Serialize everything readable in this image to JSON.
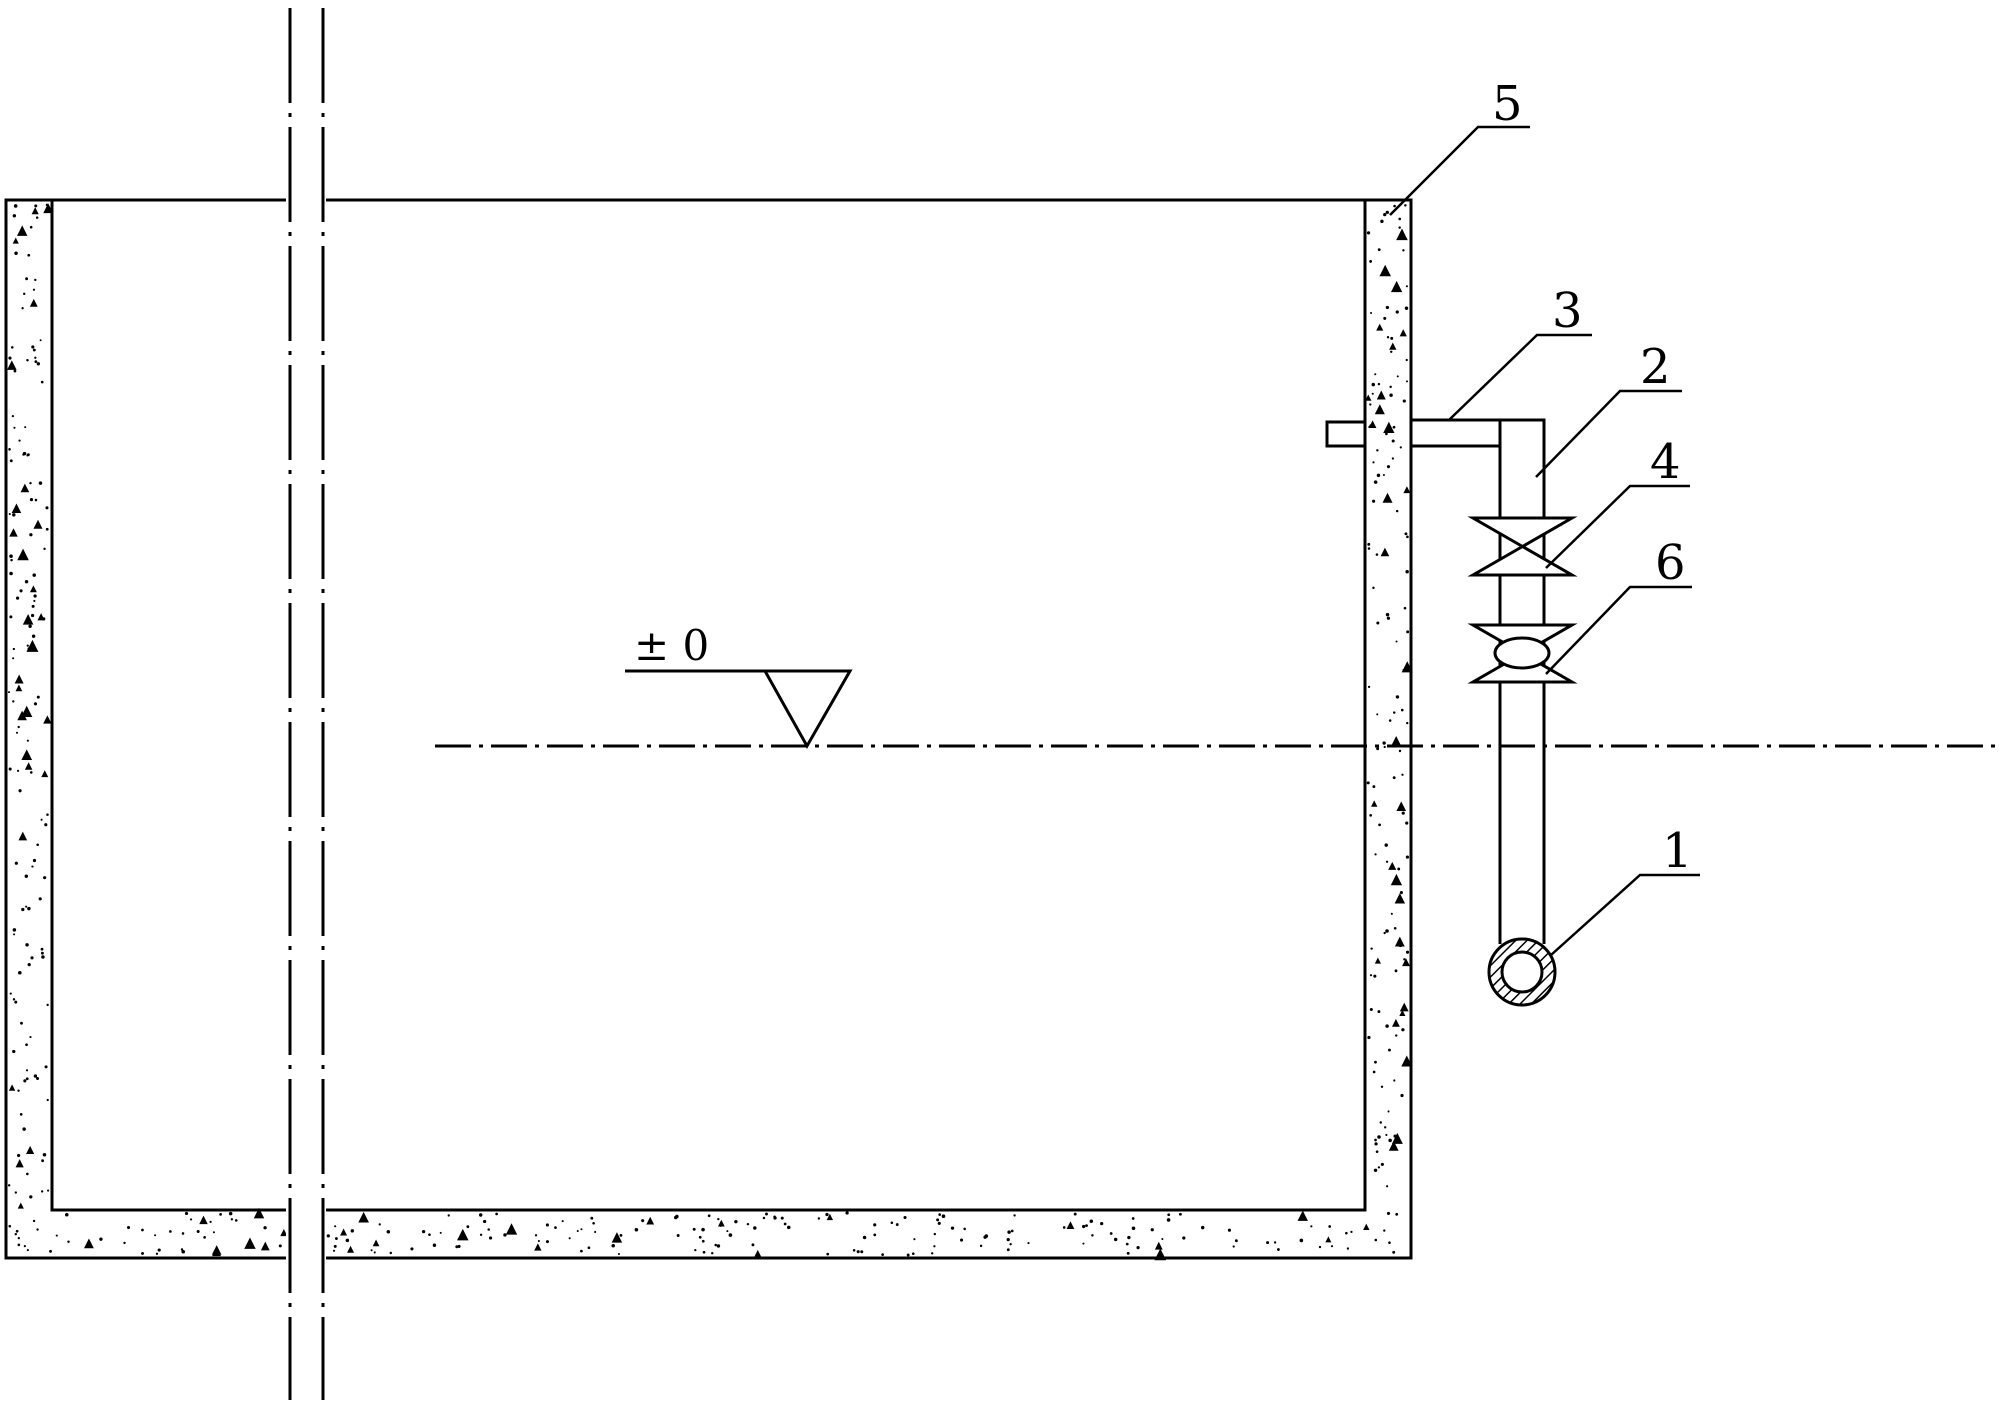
{
  "diagram": {
    "labels": {
      "pipe_main": "1",
      "pipe_riser": "2",
      "pipe_branch": "3",
      "valve_gate": "4",
      "tank_wall": "5",
      "valve_check": "6"
    },
    "elevation_mark": "± 0",
    "colors": {
      "line": "#000000",
      "background": "#ffffff"
    }
  }
}
